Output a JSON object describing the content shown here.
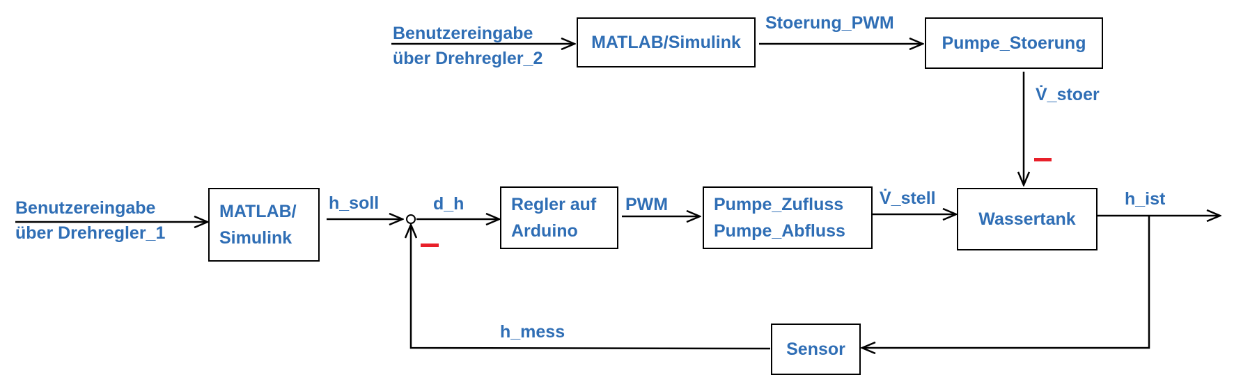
{
  "colors": {
    "text": "#2f6eb5",
    "lines": "#000000",
    "minus_sign": "#e8202a"
  },
  "inputs": {
    "input_2": [
      "Benutzereingabe",
      "über Drehregler_2"
    ],
    "input_1": [
      "Benutzereingabe",
      "über Drehregler_1"
    ]
  },
  "blocks": {
    "matlab_top": [
      "MATLAB/Simulink"
    ],
    "pumpe_stoerung": [
      "Pumpe_Stoerung"
    ],
    "matlab_main": [
      "MATLAB/",
      "Simulink"
    ],
    "regler": [
      "Regler auf",
      "Arduino"
    ],
    "pumpen": [
      "Pumpe_Zufluss",
      "Pumpe_Abfluss"
    ],
    "wassertank": [
      "Wassertank"
    ],
    "sensor": [
      "Sensor"
    ]
  },
  "signals": {
    "stoerung_pwm": "Stoerung_PWM",
    "v_stoer": "V̇_stoer",
    "h_soll": "h_soll",
    "d_h": "d_h",
    "pwm": "PWM",
    "v_stell": "V̇_stell",
    "h_ist": "h_ist",
    "h_mess": "h_mess"
  },
  "summing_junction": {
    "minus_signs": [
      "−",
      "−"
    ]
  }
}
